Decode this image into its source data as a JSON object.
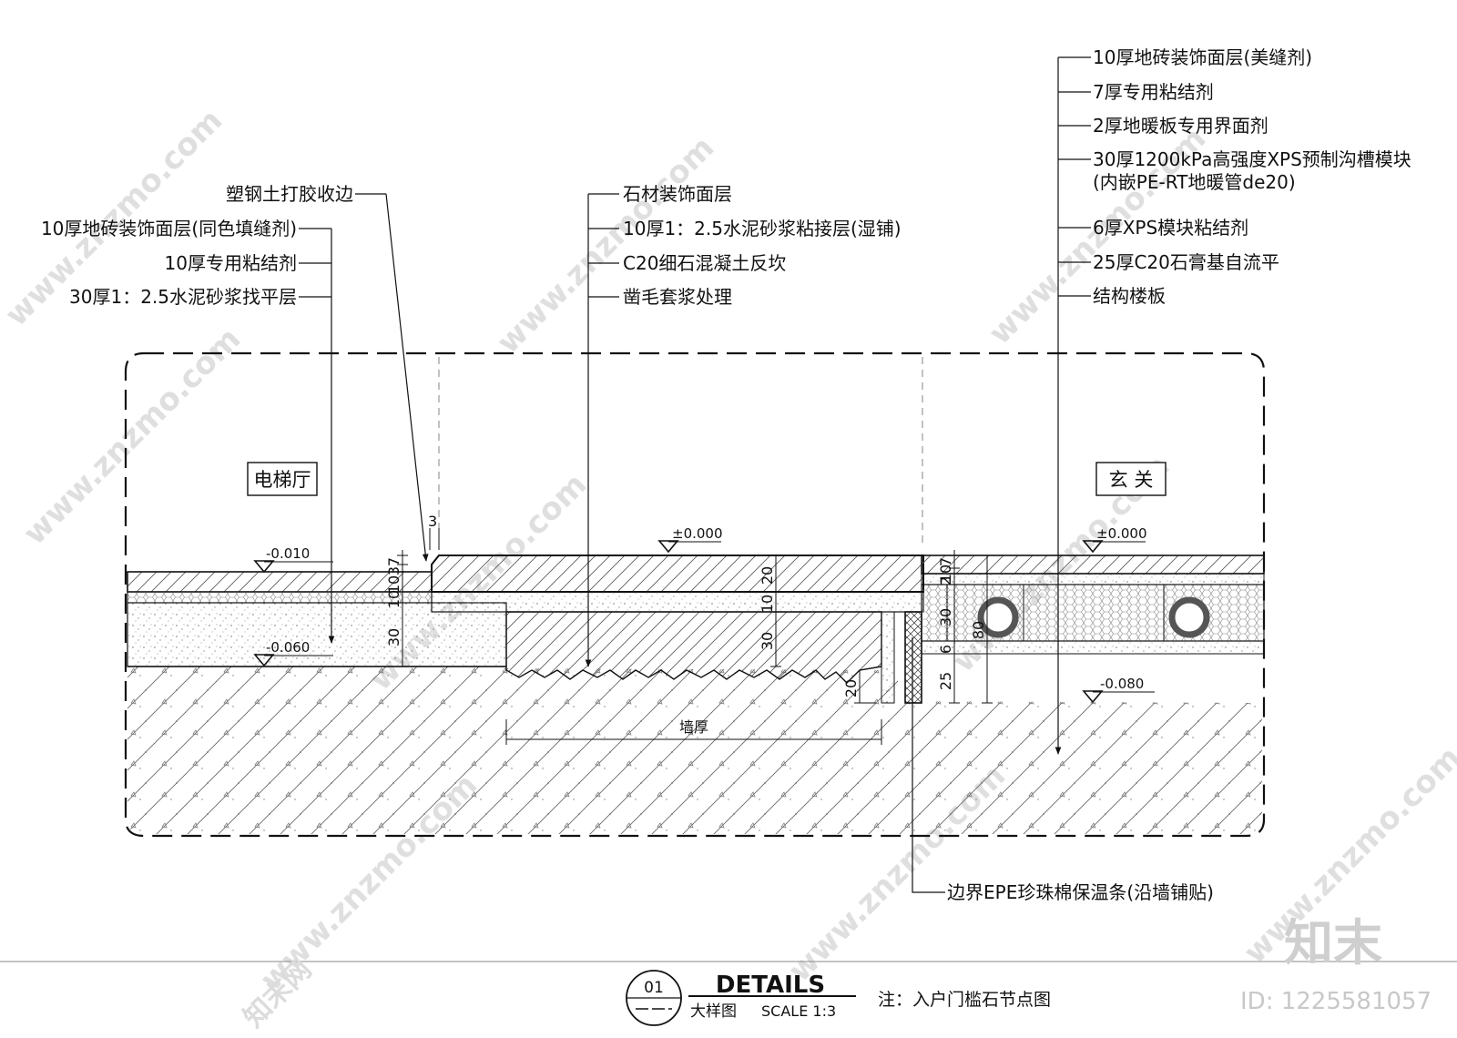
{
  "labels_left": [
    "塑钢土打胶收边",
    "10厚地砖装饰面层(同色填缝剂)",
    "10厚专用粘结剂",
    "30厚1：2.5水泥砂浆找平层"
  ],
  "labels_center": [
    "石材装饰面层",
    "10厚1：2.5水泥砂浆粘接层(湿铺)",
    "C20细石混凝土反坎",
    "凿毛套浆处理"
  ],
  "labels_right": [
    "10厚地砖装饰面层(美缝剂)",
    "7厚专用粘结剂",
    "2厚地暖板专用界面剂",
    "30厚1200kPa高强度XPS预制沟槽模块",
    "(内嵌PE-RT地暖管de20)",
    "6厚XPS模块粘结剂",
    "25厚C20石膏基自流平",
    "结构楼板"
  ],
  "label_bottom": "边界EPE珍珠棉保温条(沿墙铺贴)",
  "rooms": {
    "left": "电梯厅",
    "right": "玄 关"
  },
  "elevations": {
    "left_top": "-0.010",
    "left_bottom": "-0.060",
    "center": "±0.000",
    "right_top": "±0.000",
    "right_bottom": "-0.080"
  },
  "dims": {
    "gap": "3",
    "left_stack": [
      "7",
      "3",
      "10",
      "10",
      "30"
    ],
    "center_stack": [
      "20",
      "10",
      "30"
    ],
    "step": "20",
    "wall": "墙厚",
    "right_stack": [
      "7",
      "10",
      "2",
      "30",
      "6",
      "25"
    ],
    "right_total": "80"
  },
  "title": {
    "number": "01",
    "main": "DETAILS",
    "sub": "大样图",
    "scale": "SCALE  1:3",
    "note": "注：入户门槛石节点图"
  },
  "watermark": {
    "url": "www.znzmo.com",
    "brand": "知末网",
    "logo": "知末",
    "id": "ID: 1225581057"
  },
  "colors": {
    "line": "#111111",
    "watermark": "#d6d6d6"
  }
}
